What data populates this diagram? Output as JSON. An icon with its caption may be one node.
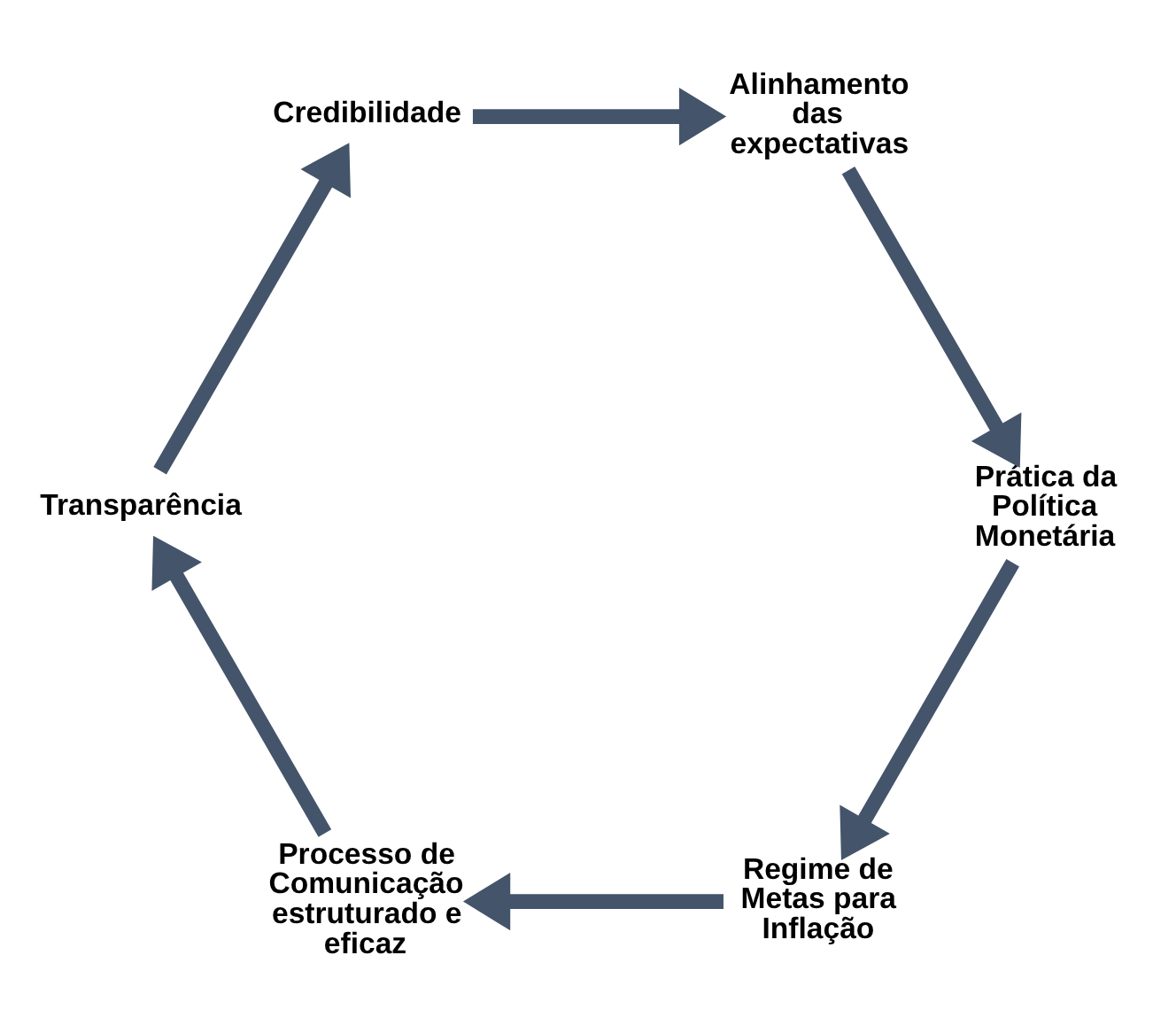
{
  "diagram": {
    "nodes": [
      {
        "text": [
          "Regime de Metas para Inflação"
        ]
      },
      {
        "text": [
          "Processo de Comunicação estruturado e eficaz"
        ]
      },
      {
        "text": [
          "Transparência"
        ]
      },
      {
        "text": [
          "Credibilidade"
        ]
      },
      {
        "text": [
          "Alinhamento das expectativas"
        ]
      },
      {
        "text": [
          "Prática da Política Monetária"
        ]
      }
    ],
    "edges": [
      {
        "from": 0,
        "to": 1,
        "arrow": "to"
      },
      {
        "from": 1,
        "to": 2,
        "arrow": "to"
      },
      {
        "from": 2,
        "to": 3,
        "arrow": "to"
      },
      {
        "from": 3,
        "to": 4,
        "arrow": "to"
      },
      {
        "from": 4,
        "to": 5,
        "arrow": "to"
      },
      {
        "from": 5,
        "to": 0,
        "arrow": "to"
      }
    ]
  }
}
